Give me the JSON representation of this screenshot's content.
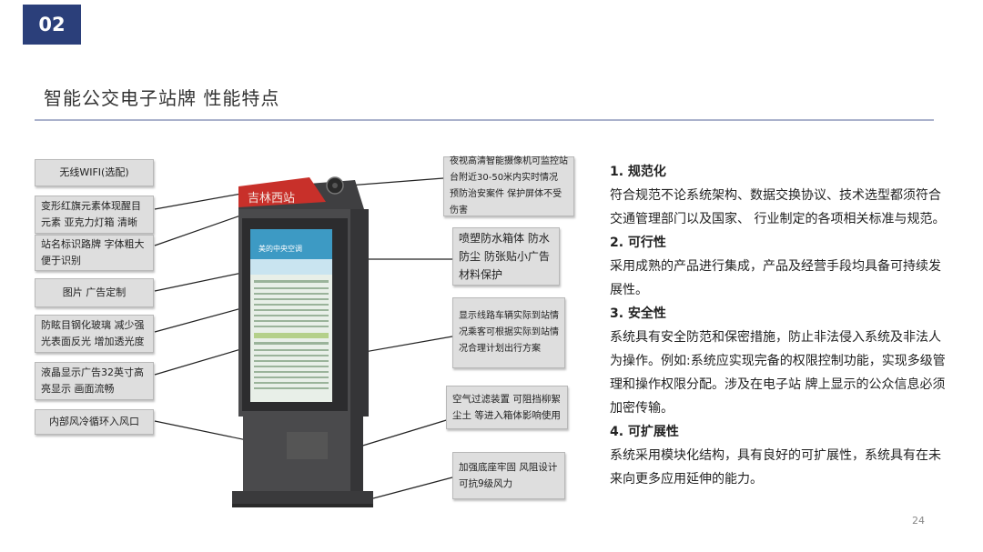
{
  "badge": "02",
  "title": "智能公交电子站牌  性能特点",
  "kiosk": {
    "sign_text": "吉林西站",
    "screen_banner": "美的中央空调"
  },
  "callouts_left": [
    "无线WIFI(选配)",
    "变形红旗元素体现醒目元素 亚克力灯箱 清晰",
    "站名标识路牌 字体粗大便于识别",
    "图片 广告定制",
    "防眩目钢化玻璃 减少强光表面反光 增加透光度",
    "液晶显示广告32英寸高亮显示 画面流畅",
    "内部风冷循环入风口"
  ],
  "callouts_right": [
    "夜视高清智能摄像机可监控站台附近30-50米内实时情况 预防治安案件 保护屏体不受伤害",
    "喷塑防水箱体 防水防尘 防张贴小广告材料保护",
    "显示线路车辆实际到站情况乘客可根据实际到站情况合理计划出行方案",
    "空气过滤装置 可阻挡柳絮尘土 等进入箱体影响使用",
    "加强底座牢固 风阻设计可抗9级风力"
  ],
  "sections": [
    {
      "heading": "1. 规范化",
      "body": "符合规范不论系统架构、数据交换协议、技术选型都须符合交通管理部门以及国家、 行业制定的各项相关标准与规范。"
    },
    {
      "heading": "2. 可行性",
      "body": "采用成熟的产品进行集成，产品及经营手段均具备可持续发展性。"
    },
    {
      "heading": "3. 安全性",
      "body": "系统具有安全防范和保密措施，防止非法侵入系统及非法人为操作。例如:系统应实现完备的权限控制功能，实现多级管理和操作权限分配。涉及在电子站 牌上显示的公众信息必须加密传输。"
    },
    {
      "heading": "4. 可扩展性",
      "body": "系统采用模块化结构，具有良好的可扩展性，系统具有在未来向更多应用延伸的能力。"
    }
  ],
  "page_number": "24",
  "colors": {
    "badge": "#2b3f7a",
    "sign_red": "#c8302a",
    "body_gray": "#4a4a4c"
  }
}
